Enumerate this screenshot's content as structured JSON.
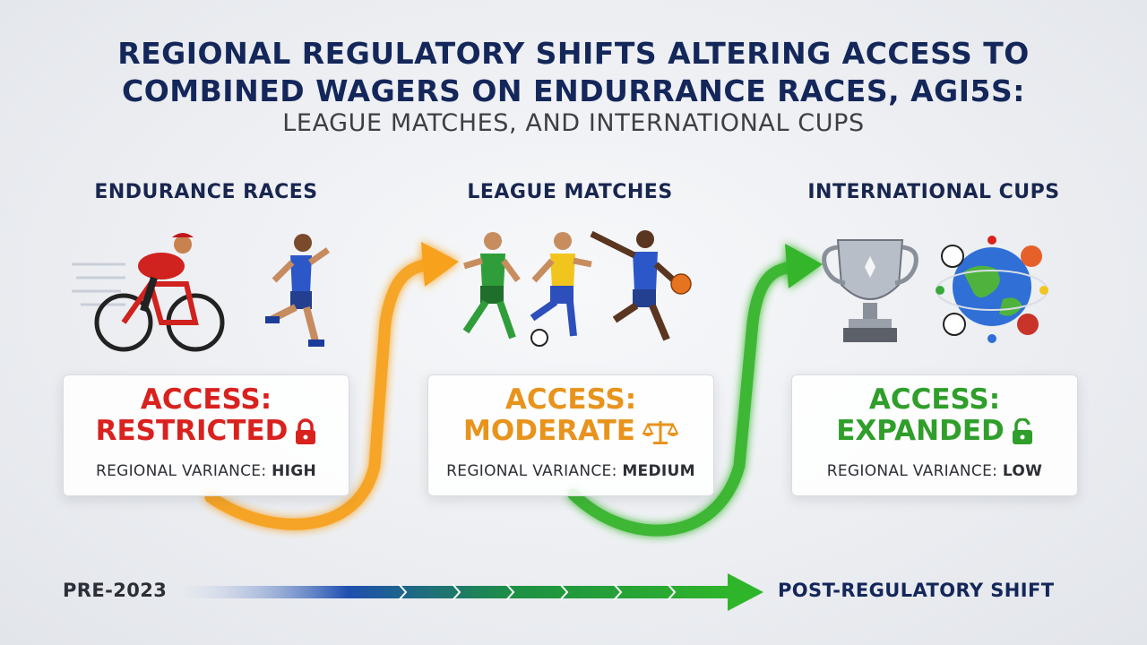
{
  "title": {
    "line1": "REGIONAL REGULATORY SHIFTS ALTERING ACCESS TO",
    "line2": "COMBINED WAGERS ON ENDURRANCE RACES, AGI5S:",
    "line3": "LEAGUE MATCHES, AND INTERNATIONAL CUPS"
  },
  "columns": [
    {
      "heading": "ENDURANCE RACES",
      "access_label": "ACCESS:",
      "access_value": "RESTRICTED",
      "variance_label": "REGIONAL VARIANCE:",
      "variance_value": "HIGH",
      "icon": "lock-closed-icon",
      "color": "#d9211e"
    },
    {
      "heading": "LEAGUE MATCHES",
      "access_label": "ACCESS:",
      "access_value": "MODERATE",
      "variance_label": "REGIONAL VARIANCE:",
      "variance_value": "MEDIUM",
      "icon": "scales-icon",
      "color": "#e8931c"
    },
    {
      "heading": "INTERNATIONAL CUPS",
      "access_label": "ACCESS:",
      "access_value": "EXPANDED",
      "variance_label": "REGIONAL VARIANCE:",
      "variance_value": "LOW",
      "icon": "lock-open-icon",
      "color": "#2f9e2a"
    }
  ],
  "timeline": {
    "start_label": "PRE-2023",
    "end_label": "POST-REGULATORY SHIFT"
  },
  "colors": {
    "title": "#14275a",
    "restricted": "#d9211e",
    "moderate": "#e8931c",
    "expanded": "#2f9e2a",
    "timeline_start": "#1f4fb0",
    "timeline_end": "#2fb52a"
  }
}
